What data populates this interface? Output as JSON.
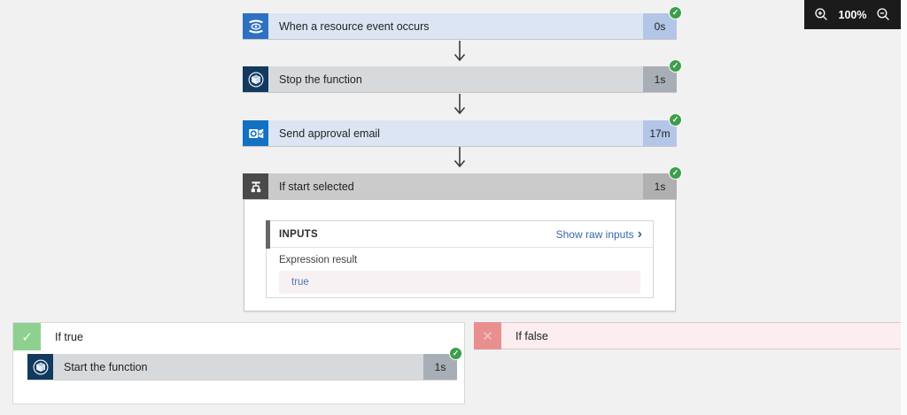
{
  "zoom_toolbar": {
    "zoom_level": "100%"
  },
  "icons": {
    "check": "✓",
    "branch_check": "✓",
    "branch_cross": "✕",
    "chevron_right": "›"
  },
  "workflow": {
    "steps": [
      {
        "label": "When a resource event occurs",
        "duration": "0s",
        "succeeded": true,
        "icon": "event-grid-icon"
      },
      {
        "label": "Stop the function",
        "duration": "1s",
        "succeeded": true,
        "icon": "azure-function-icon"
      },
      {
        "label": "Send approval email",
        "duration": "17m",
        "succeeded": true,
        "icon": "outlook-icon"
      },
      {
        "label": "If start selected",
        "duration": "1s",
        "succeeded": true,
        "icon": "condition-icon"
      }
    ],
    "condition_panel": {
      "inputs_header": "INPUTS",
      "show_raw_inputs_link": "Show raw inputs",
      "field_label": "Expression result",
      "field_value": "true"
    },
    "branches": {
      "if_true": {
        "label": "If true",
        "steps": [
          {
            "label": "Start the function",
            "duration": "1s",
            "succeeded": true,
            "icon": "azure-function-icon"
          }
        ]
      },
      "if_false": {
        "label": "If false"
      }
    }
  },
  "colors": {
    "row_blue": "#dbe5f3",
    "badge_blue": "#b3c6e7",
    "row_gray": "#d7dadd",
    "badge_gray": "#a7aeb5",
    "row_neutral": "#cbcbcb",
    "badge_neutral": "#b0b0b0",
    "success_green": "#3d9e4a",
    "branch_true_green": "#8ed08f",
    "branch_false_red": "#e89090",
    "branch_false_bg": "#fcedee",
    "link_blue": "#3767ac",
    "value_row_pink": "#f8f1f3",
    "toolbar_black": "#1b1b1b"
  }
}
